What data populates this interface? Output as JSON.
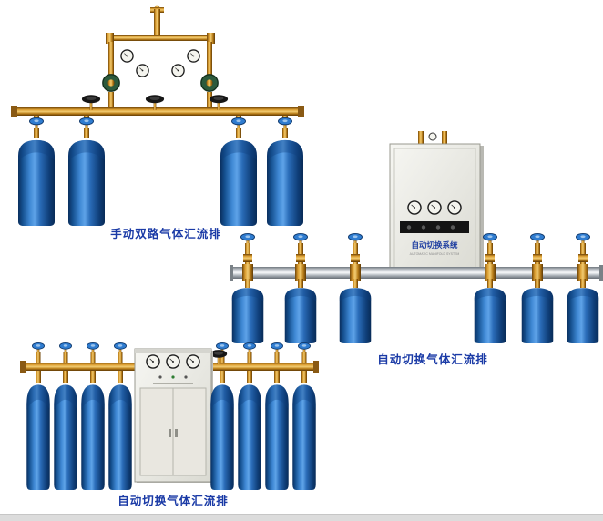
{
  "page": {
    "background_color": "#ffffff",
    "footer_strip_color": "#dcdcdc"
  },
  "products": [
    {
      "name": "manual-dual-line-gas-manifold",
      "caption": "手动双路气体汇流排",
      "cylinder_count": 4,
      "gauge_count": 4,
      "black_valve_count": 3,
      "regulator_count": 2
    },
    {
      "name": "auto-switch-gas-manifold-wall-cabinet",
      "caption": "自动切换气体汇流排",
      "cabinet_label": "自动切换系统",
      "cabinet_sublabel": "AUTOMATIC MANIFOLD SYSTEM",
      "cylinder_count": 6,
      "gauge_count": 3
    },
    {
      "name": "auto-switch-gas-manifold-floor-cabinet",
      "caption": "自动切换气体汇流排",
      "cylinder_count": 8,
      "gauge_count": 3
    }
  ],
  "colors": {
    "caption_text": "#1a3aa6",
    "cylinder_blue": "#1d5ca8",
    "brass_pipe": "#c9952f",
    "silver_pipe": "#c9ced3",
    "cabinet_body": "#e9e9e3",
    "handwheel_blue": "#2f7cd0",
    "handwheel_black": "#161616",
    "regulator_green": "#2c5a3c"
  }
}
